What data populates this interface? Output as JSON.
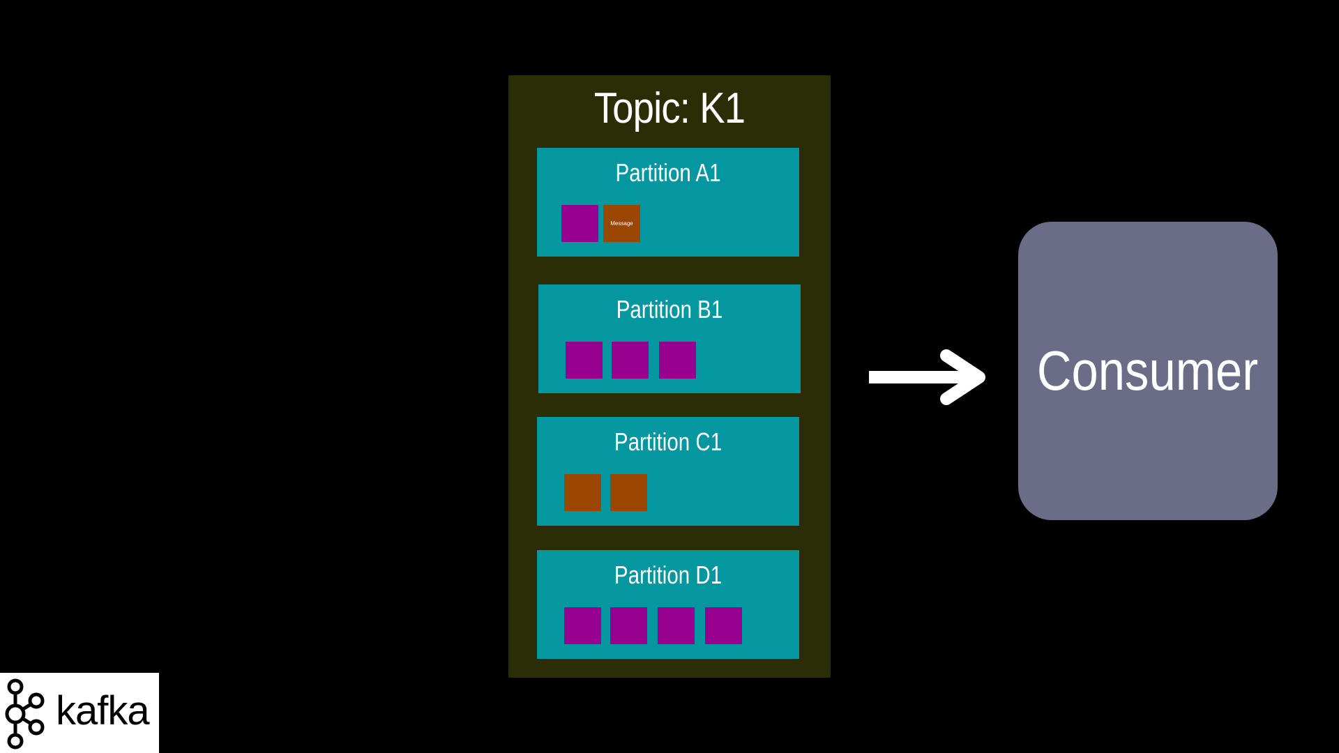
{
  "topic": {
    "title": "Topic: K1"
  },
  "partitions": [
    {
      "title": "Partition A1",
      "messages": [
        {
          "color": "#98008f",
          "label": ""
        },
        {
          "color": "#9a4500",
          "label": "Message"
        }
      ]
    },
    {
      "title": "Partition B1",
      "messages": [
        {
          "color": "#98008f",
          "label": ""
        },
        {
          "color": "#98008f",
          "label": ""
        },
        {
          "color": "#98008f",
          "label": ""
        }
      ]
    },
    {
      "title": "Partition C1",
      "messages": [
        {
          "color": "#9a4500",
          "label": ""
        },
        {
          "color": "#9a4500",
          "label": ""
        }
      ]
    },
    {
      "title": "Partition D1",
      "messages": [
        {
          "color": "#98008f",
          "label": ""
        },
        {
          "color": "#98008f",
          "label": ""
        },
        {
          "color": "#98008f",
          "label": ""
        },
        {
          "color": "#98008f",
          "label": ""
        }
      ]
    }
  ],
  "consumer": {
    "label": "Consumer"
  },
  "logo": {
    "text": "kafka",
    "icon": "kafka-logo-icon"
  },
  "colors": {
    "background": "#000000",
    "topic": "#2a2d05",
    "partition": "#05979f",
    "consumer": "#6b6d87",
    "message_purple": "#98008f",
    "message_orange": "#9a4500"
  }
}
